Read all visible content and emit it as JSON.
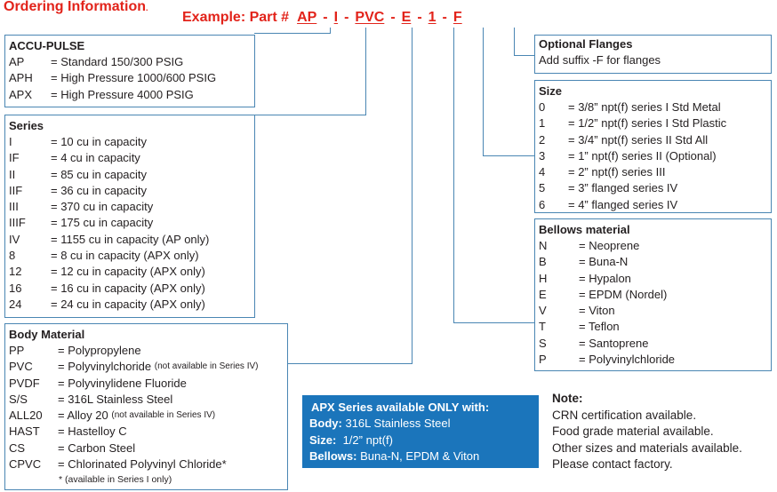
{
  "title": "Ordering Information",
  "example": {
    "label": "Example: Part #",
    "codes": [
      "AP",
      "I",
      "PVC",
      "E",
      "1",
      "F"
    ],
    "dash": "-"
  },
  "accu_pulse": {
    "heading": "ACCU-PULSE",
    "rows": [
      {
        "code": "AP",
        "desc": "= Standard 150/300 PSIG"
      },
      {
        "code": "APH",
        "desc": "= High Pressure 1000/600 PSIG"
      },
      {
        "code": "APX",
        "desc": "= High Pressure 4000 PSIG"
      }
    ]
  },
  "series": {
    "heading": "Series",
    "rows": [
      {
        "code": "I",
        "desc": "= 10 cu in capacity"
      },
      {
        "code": "IF",
        "desc": "= 4 cu in capacity"
      },
      {
        "code": "II",
        "desc": "= 85 cu in capacity"
      },
      {
        "code": "IIF",
        "desc": "= 36 cu in capacity"
      },
      {
        "code": "III",
        "desc": "= 370 cu in capacity"
      },
      {
        "code": "IIIF",
        "desc": "= 175 cu in capacity"
      },
      {
        "code": "IV",
        "desc": "= 1155 cu in capacity (AP only)"
      },
      {
        "code": "8",
        "desc": "= 8 cu in capacity (APX only)"
      },
      {
        "code": "12",
        "desc": "= 12 cu in capacity (APX only)"
      },
      {
        "code": "16",
        "desc": "= 16 cu in capacity (APX only)"
      },
      {
        "code": "24",
        "desc": "= 24 cu in capacity (APX only)"
      }
    ]
  },
  "body_material": {
    "heading": "Body Material",
    "rows": [
      {
        "code": "PP",
        "desc": "= Polypropylene",
        "note": ""
      },
      {
        "code": "PVC",
        "desc": "= Polyvinylchoride",
        "note": "(not available in Series IV)"
      },
      {
        "code": "PVDF",
        "desc": "= Polyvinylidene Fluoride",
        "note": ""
      },
      {
        "code": "S/S",
        "desc": "= 316L Stainless Steel",
        "note": ""
      },
      {
        "code": "ALL20",
        "desc": "= Alloy 20",
        "note": "(not available in Series IV)"
      },
      {
        "code": "HAST",
        "desc": "= Hastelloy C",
        "note": ""
      },
      {
        "code": "CS",
        "desc": "= Carbon Steel",
        "note": ""
      },
      {
        "code": "CPVC",
        "desc": "= Chlorinated Polyvinyl Chloride*",
        "note": ""
      }
    ],
    "footnote": "* (available in Series I only)"
  },
  "optional_flanges": {
    "heading": "Optional Flanges",
    "text": "Add suffix -F for flanges"
  },
  "size": {
    "heading": "Size",
    "rows": [
      {
        "code": "0",
        "desc": "= 3/8” npt(f) series I Std Metal"
      },
      {
        "code": "1",
        "desc": "= 1/2” npt(f) series I Std Plastic"
      },
      {
        "code": "2",
        "desc": "= 3/4” npt(f) series II Std All"
      },
      {
        "code": "3",
        "desc": "= 1” npt(f) series II (Optional)"
      },
      {
        "code": "4",
        "desc": "= 2” npt(f) series III"
      },
      {
        "code": "5",
        "desc": "= 3” flanged series IV"
      },
      {
        "code": "6",
        "desc": "= 4” flanged series IV"
      }
    ]
  },
  "bellows": {
    "heading": "Bellows material",
    "rows": [
      {
        "code": "N",
        "desc": "= Neoprene"
      },
      {
        "code": "B",
        "desc": "= Buna-N"
      },
      {
        "code": "H",
        "desc": "= Hypalon"
      },
      {
        "code": "E",
        "desc": "= EPDM (Nordel)"
      },
      {
        "code": "V",
        "desc": "= Viton"
      },
      {
        "code": "T",
        "desc": "= Teflon"
      },
      {
        "code": "S",
        "desc": "= Santoprene"
      },
      {
        "code": "P",
        "desc": "= Polyvinylchloride"
      }
    ]
  },
  "apx_box": {
    "heading": "APX Series available ONLY with:",
    "body_label": "Body:",
    "body_value": "316L Stainless Steel",
    "size_label": "Size:",
    "size_value": "1/2” npt(f)",
    "bellows_label": "Bellows:",
    "bellows_value": "Buna-N, EPDM & Viton"
  },
  "note": {
    "heading": "Note:",
    "lines": [
      "CRN certification available.",
      "Food grade material available.",
      "Other sizes and materials available.",
      "Please contact factory."
    ]
  },
  "colors": {
    "accent_red": "#e2231a",
    "frame_blue": "#4a86b3",
    "apx_blue": "#1b75bb"
  }
}
